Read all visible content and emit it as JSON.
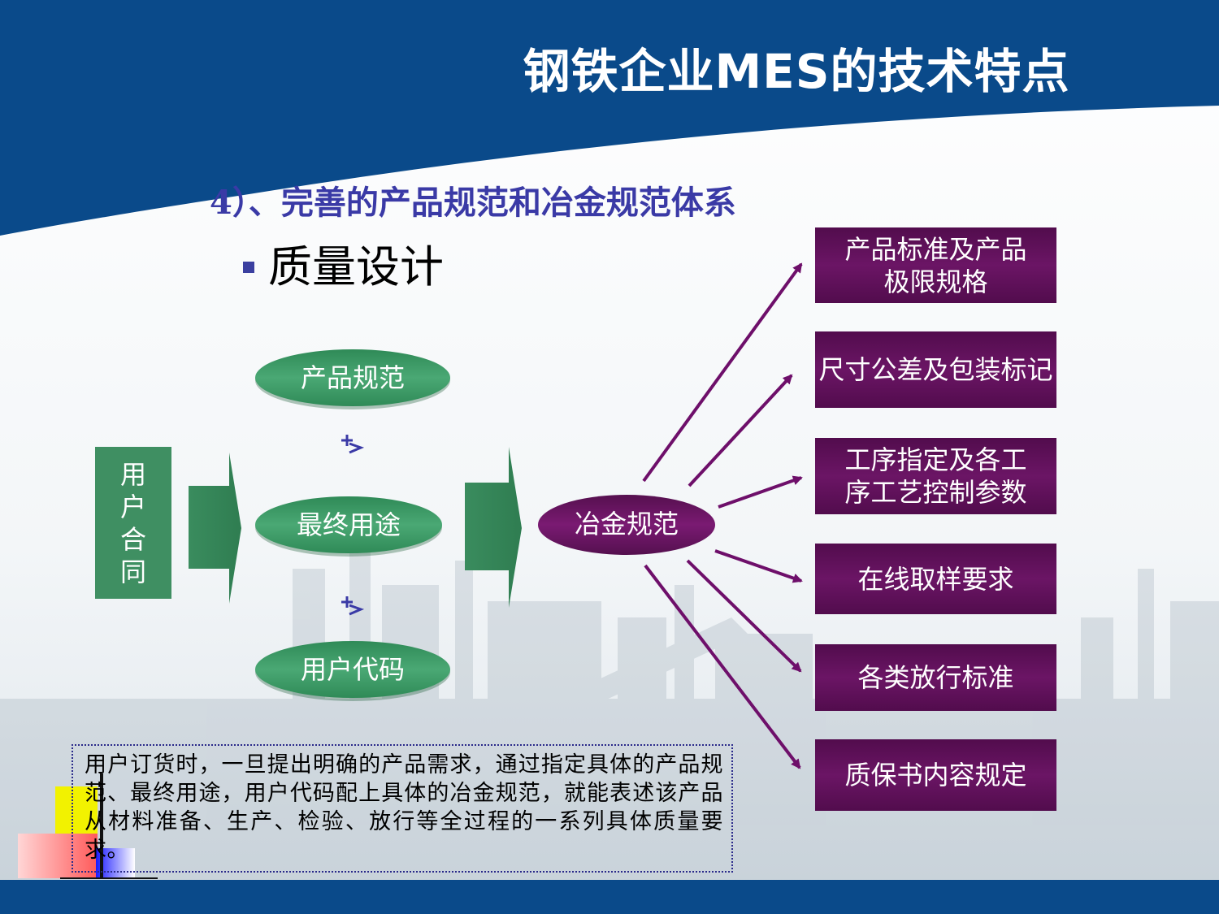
{
  "title": "钢铁企业MES的技术特点",
  "subtitle": "4）、完善的产品规范和冶金规范体系",
  "bullet": "质量设计",
  "user_contract": "用户合同",
  "inputs": [
    {
      "label": "产品规范"
    },
    {
      "label": "最终用途"
    },
    {
      "label": "用户代码"
    }
  ],
  "center": "冶金规范",
  "outputs": [
    {
      "label": "产品标准及产品极限规格"
    },
    {
      "label": "尺寸公差及包装标记"
    },
    {
      "label": "工序指定及各工序工艺控制参数"
    },
    {
      "label": "在线取样要求"
    },
    {
      "label": "各类放行标准"
    },
    {
      "label": "质保书内容规定"
    }
  ],
  "description": "用户订货时，一旦提出明确的产品需求，通过指定具体的产品规范、最终用途，用户代码配上具体的冶金规范，就能表述该产品从材料准备、生产、检验、放行等全过程的一系列具体质量要求。",
  "colors": {
    "header_blue": "#0a4a8a",
    "ellipse_green": "#3c9a66",
    "box_purple": "#5e0f58",
    "arrow_purple": "#6e0f6a",
    "arrow_green": "#3f8f62"
  },
  "icons": [
    "plus-arrow-icon",
    "plus-arrow-icon"
  ]
}
